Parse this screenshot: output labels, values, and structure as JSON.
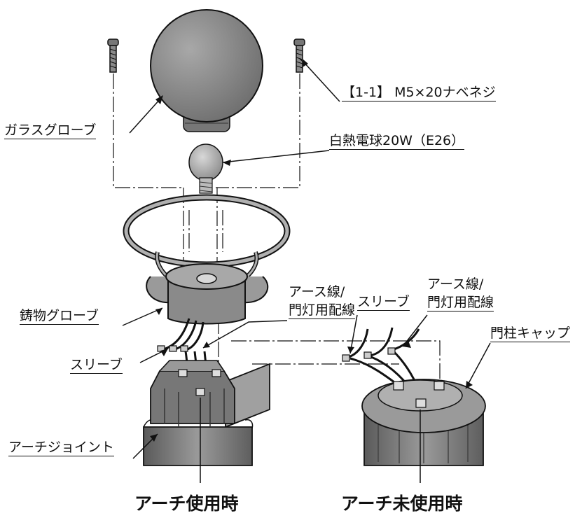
{
  "labels": {
    "screw": "【1-1】 M5×20ナベネジ",
    "glass_globe": "ガラスグローブ",
    "bulb": "白熱電球20W（E26）",
    "earth_wire_left_line1": "アース線/",
    "earth_wire_left_line2": "門灯用配線",
    "sleeve_right": "スリーブ",
    "earth_wire_right_line1": "アース線/",
    "earth_wire_right_line2": "門灯用配線",
    "cap": "門柱キャップ",
    "cast_globe": "鋳物グローブ",
    "sleeve_left": "スリーブ",
    "arch_joint": "アーチジョイント"
  },
  "captions": {
    "with_arch": "アーチ使用時",
    "without_arch": "アーチ未使用時"
  },
  "colors": {
    "line": "#111111",
    "part_dark": "#6a6a6a",
    "part_mid": "#8c8c8c",
    "part_light": "#b8b8b8"
  }
}
